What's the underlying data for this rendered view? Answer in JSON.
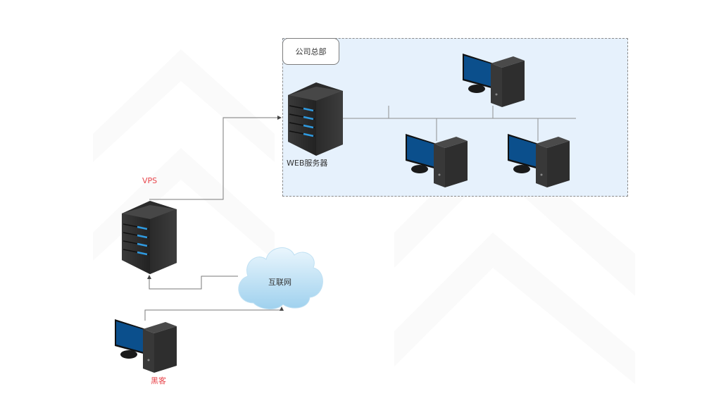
{
  "diagram": {
    "group": {
      "label": "公司总部"
    },
    "nodes": {
      "web_server": {
        "label": "WEB服务器",
        "type": "server-icon"
      },
      "vps": {
        "label": "VPS",
        "type": "server-icon"
      },
      "internet": {
        "label": "互联网",
        "type": "cloud-icon"
      },
      "hacker": {
        "label": "黑客",
        "type": "workstation-icon"
      },
      "pc_top": {
        "label": "",
        "type": "workstation-icon"
      },
      "pc_left": {
        "label": "",
        "type": "workstation-icon"
      },
      "pc_right": {
        "label": "",
        "type": "workstation-icon"
      }
    },
    "edges": [
      {
        "from": "hacker",
        "to": "internet",
        "arrow": "end"
      },
      {
        "from": "internet",
        "to": "vps",
        "arrow": "end"
      },
      {
        "from": "vps",
        "to": "web_server",
        "arrow": "end"
      },
      {
        "from": "web_server",
        "to": "lan-bus",
        "arrow": "none"
      }
    ],
    "colors": {
      "group_fill": "#e6f1fc",
      "label_red": "#e8454b",
      "line": "#7a7a7a",
      "monitor": "#0b4f8c",
      "led": "#2f9ae0"
    }
  }
}
